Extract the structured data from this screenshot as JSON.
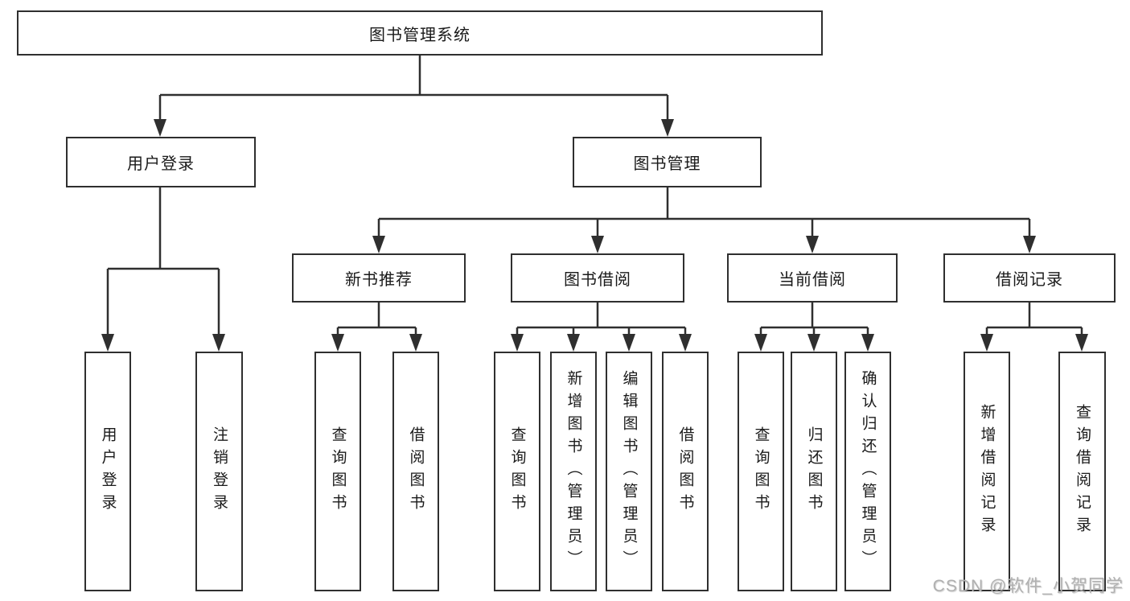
{
  "diagram": {
    "title": "图书管理系统",
    "colors": {
      "line": "#2f2f2f",
      "box_background": "#ffffff",
      "text": "#1a1a1a",
      "watermark": "#b0b0b0"
    }
  },
  "nodes": {
    "root": {
      "label": "图书管理系统"
    },
    "user_login": {
      "label": "用户登录"
    },
    "book_management": {
      "label": "图书管理"
    },
    "new_book_recommend": {
      "label": "新书推荐"
    },
    "book_borrow": {
      "label": "图书借阅"
    },
    "current_borrow": {
      "label": "当前借阅"
    },
    "borrow_record": {
      "label": "借阅记录"
    },
    "leaf_user_login": {
      "label": "用户登录"
    },
    "leaf_logout": {
      "label": "注销登录"
    },
    "leaf_query_book_recommend": {
      "label": "查询图书"
    },
    "leaf_borrow_book_recommend": {
      "label": "借阅图书"
    },
    "leaf_query_book_borrow": {
      "label": "查询图书"
    },
    "leaf_add_book": {
      "label": "新增图书（管理员）"
    },
    "leaf_edit_book": {
      "label": "编辑图书（管理员）"
    },
    "leaf_borrow_book": {
      "label": "借阅图书"
    },
    "leaf_query_book_current": {
      "label": "查询图书"
    },
    "leaf_return_book": {
      "label": "归还图书"
    },
    "leaf_confirm_return": {
      "label": "确认归还（管理员）"
    },
    "leaf_add_borrow_record": {
      "label": "新增借阅记录"
    },
    "leaf_query_borrow_record": {
      "label": "查询借阅记录"
    }
  },
  "structure": {
    "图书管理系统": [
      "用户登录",
      "图书管理"
    ],
    "用户登录": [
      "用户登录",
      "注销登录"
    ],
    "图书管理": [
      "新书推荐",
      "图书借阅",
      "当前借阅",
      "借阅记录"
    ],
    "新书推荐": [
      "查询图书",
      "借阅图书"
    ],
    "图书借阅": [
      "查询图书",
      "新增图书（管理员）",
      "编辑图书（管理员）",
      "借阅图书"
    ],
    "当前借阅": [
      "查询图书",
      "归还图书",
      "确认归还（管理员）"
    ],
    "借阅记录": [
      "新增借阅记录",
      "查询借阅记录"
    ]
  },
  "watermark": {
    "text": "CSDN @软件_小贺同学"
  }
}
